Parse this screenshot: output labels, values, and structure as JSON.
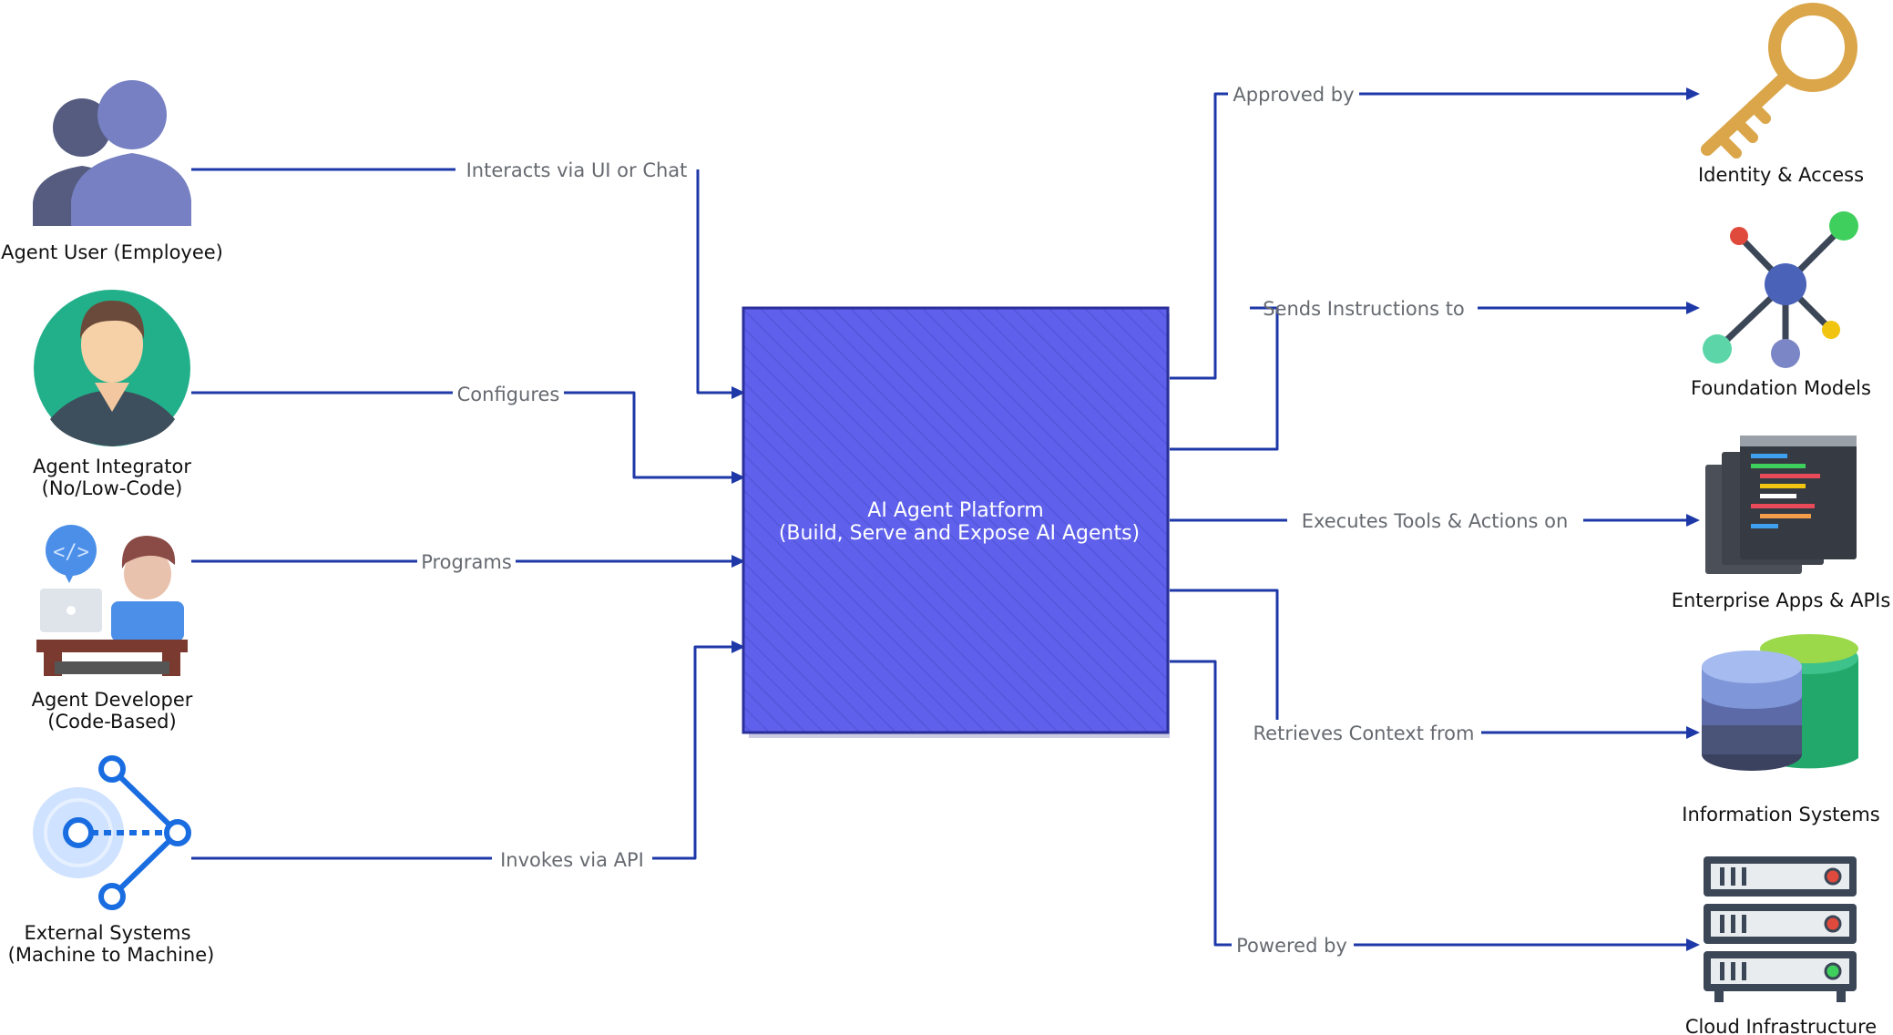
{
  "platform": {
    "line1": "AI Agent Platform",
    "line2": "(Build, Serve and Expose AI Agents)",
    "fill": "#5f61ec",
    "stroke": "#2b2f9a"
  },
  "actors": [
    {
      "id": "agent-user",
      "line1": "Agent User (Employee)",
      "line2": "",
      "edge_label": "Interacts via UI or Chat",
      "icon": "users-icon"
    },
    {
      "id": "agent-integrator",
      "line1": "Agent Integrator",
      "line2": "(No/Low-Code)",
      "edge_label": "Configures",
      "icon": "person-avatar-icon"
    },
    {
      "id": "agent-developer",
      "line1": "Agent Developer",
      "line2": "(Code-Based)",
      "edge_label": "Programs",
      "icon": "developer-at-desk-icon"
    },
    {
      "id": "external-systems",
      "line1": "External Systems",
      "line2": "(Machine to Machine)",
      "edge_label": "Invokes via API",
      "icon": "network-nodes-icon"
    }
  ],
  "services": [
    {
      "id": "identity-access",
      "label": "Identity & Access",
      "edge_label": "Approved by",
      "icon": "key-icon"
    },
    {
      "id": "foundation-models",
      "label": "Foundation Models",
      "edge_label": "Sends Instructions to",
      "icon": "hub-graph-icon"
    },
    {
      "id": "enterprise-apps",
      "label": "Enterprise Apps & APIs",
      "edge_label": "Executes Tools & Actions on",
      "icon": "code-windows-icon"
    },
    {
      "id": "information-systems",
      "label": "Information Systems",
      "edge_label": "Retrieves Context from",
      "icon": "database-icon"
    },
    {
      "id": "cloud-infrastructure",
      "label": "Cloud Infrastructure",
      "edge_label": "Powered by",
      "icon": "server-rack-icon"
    }
  ],
  "colors": {
    "wire": "#1e38a8",
    "key": "#dba64a",
    "users_back": "#555c80",
    "users_front": "#7680c2",
    "avatar_bg": "#22b08a",
    "database_front": "#5c6aa8",
    "database_back": "#3cc28a",
    "server": "#3b4656"
  }
}
